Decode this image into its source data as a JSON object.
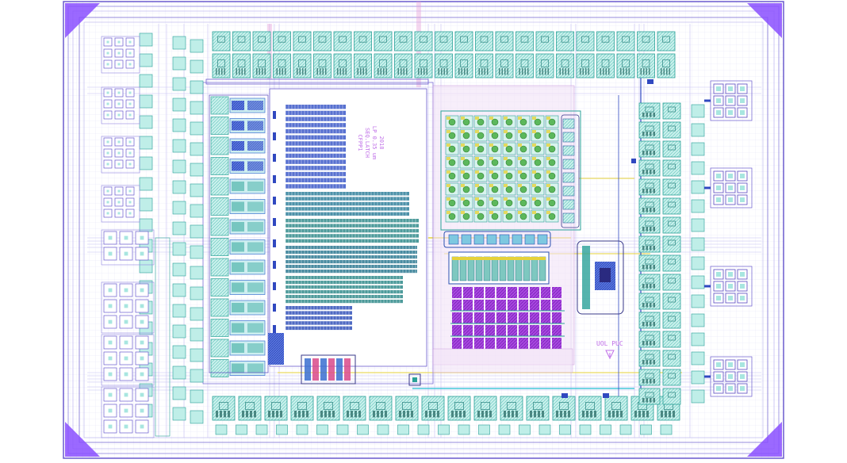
{
  "title_block": {
    "line1": "CFPP1",
    "line2": "SEQ.LATCH",
    "line3": "LP 0.35 um",
    "line4": "2018"
  },
  "logo_text": "UOL PUC",
  "colors": {
    "background": "#ffffff",
    "frame": "#6a5acd",
    "corner": "#8a4fff",
    "cyan_fill": "#a8e6e0",
    "cyan_stroke": "#2aa198",
    "teal_dark": "#3a8f8a",
    "blue_block": "#3050c8",
    "purple_block": "#9b30d9",
    "magenta": "#e24ba8",
    "yellow": "#e6d23a",
    "green": "#3ca03c",
    "grid": "#c7c2ee"
  }
}
